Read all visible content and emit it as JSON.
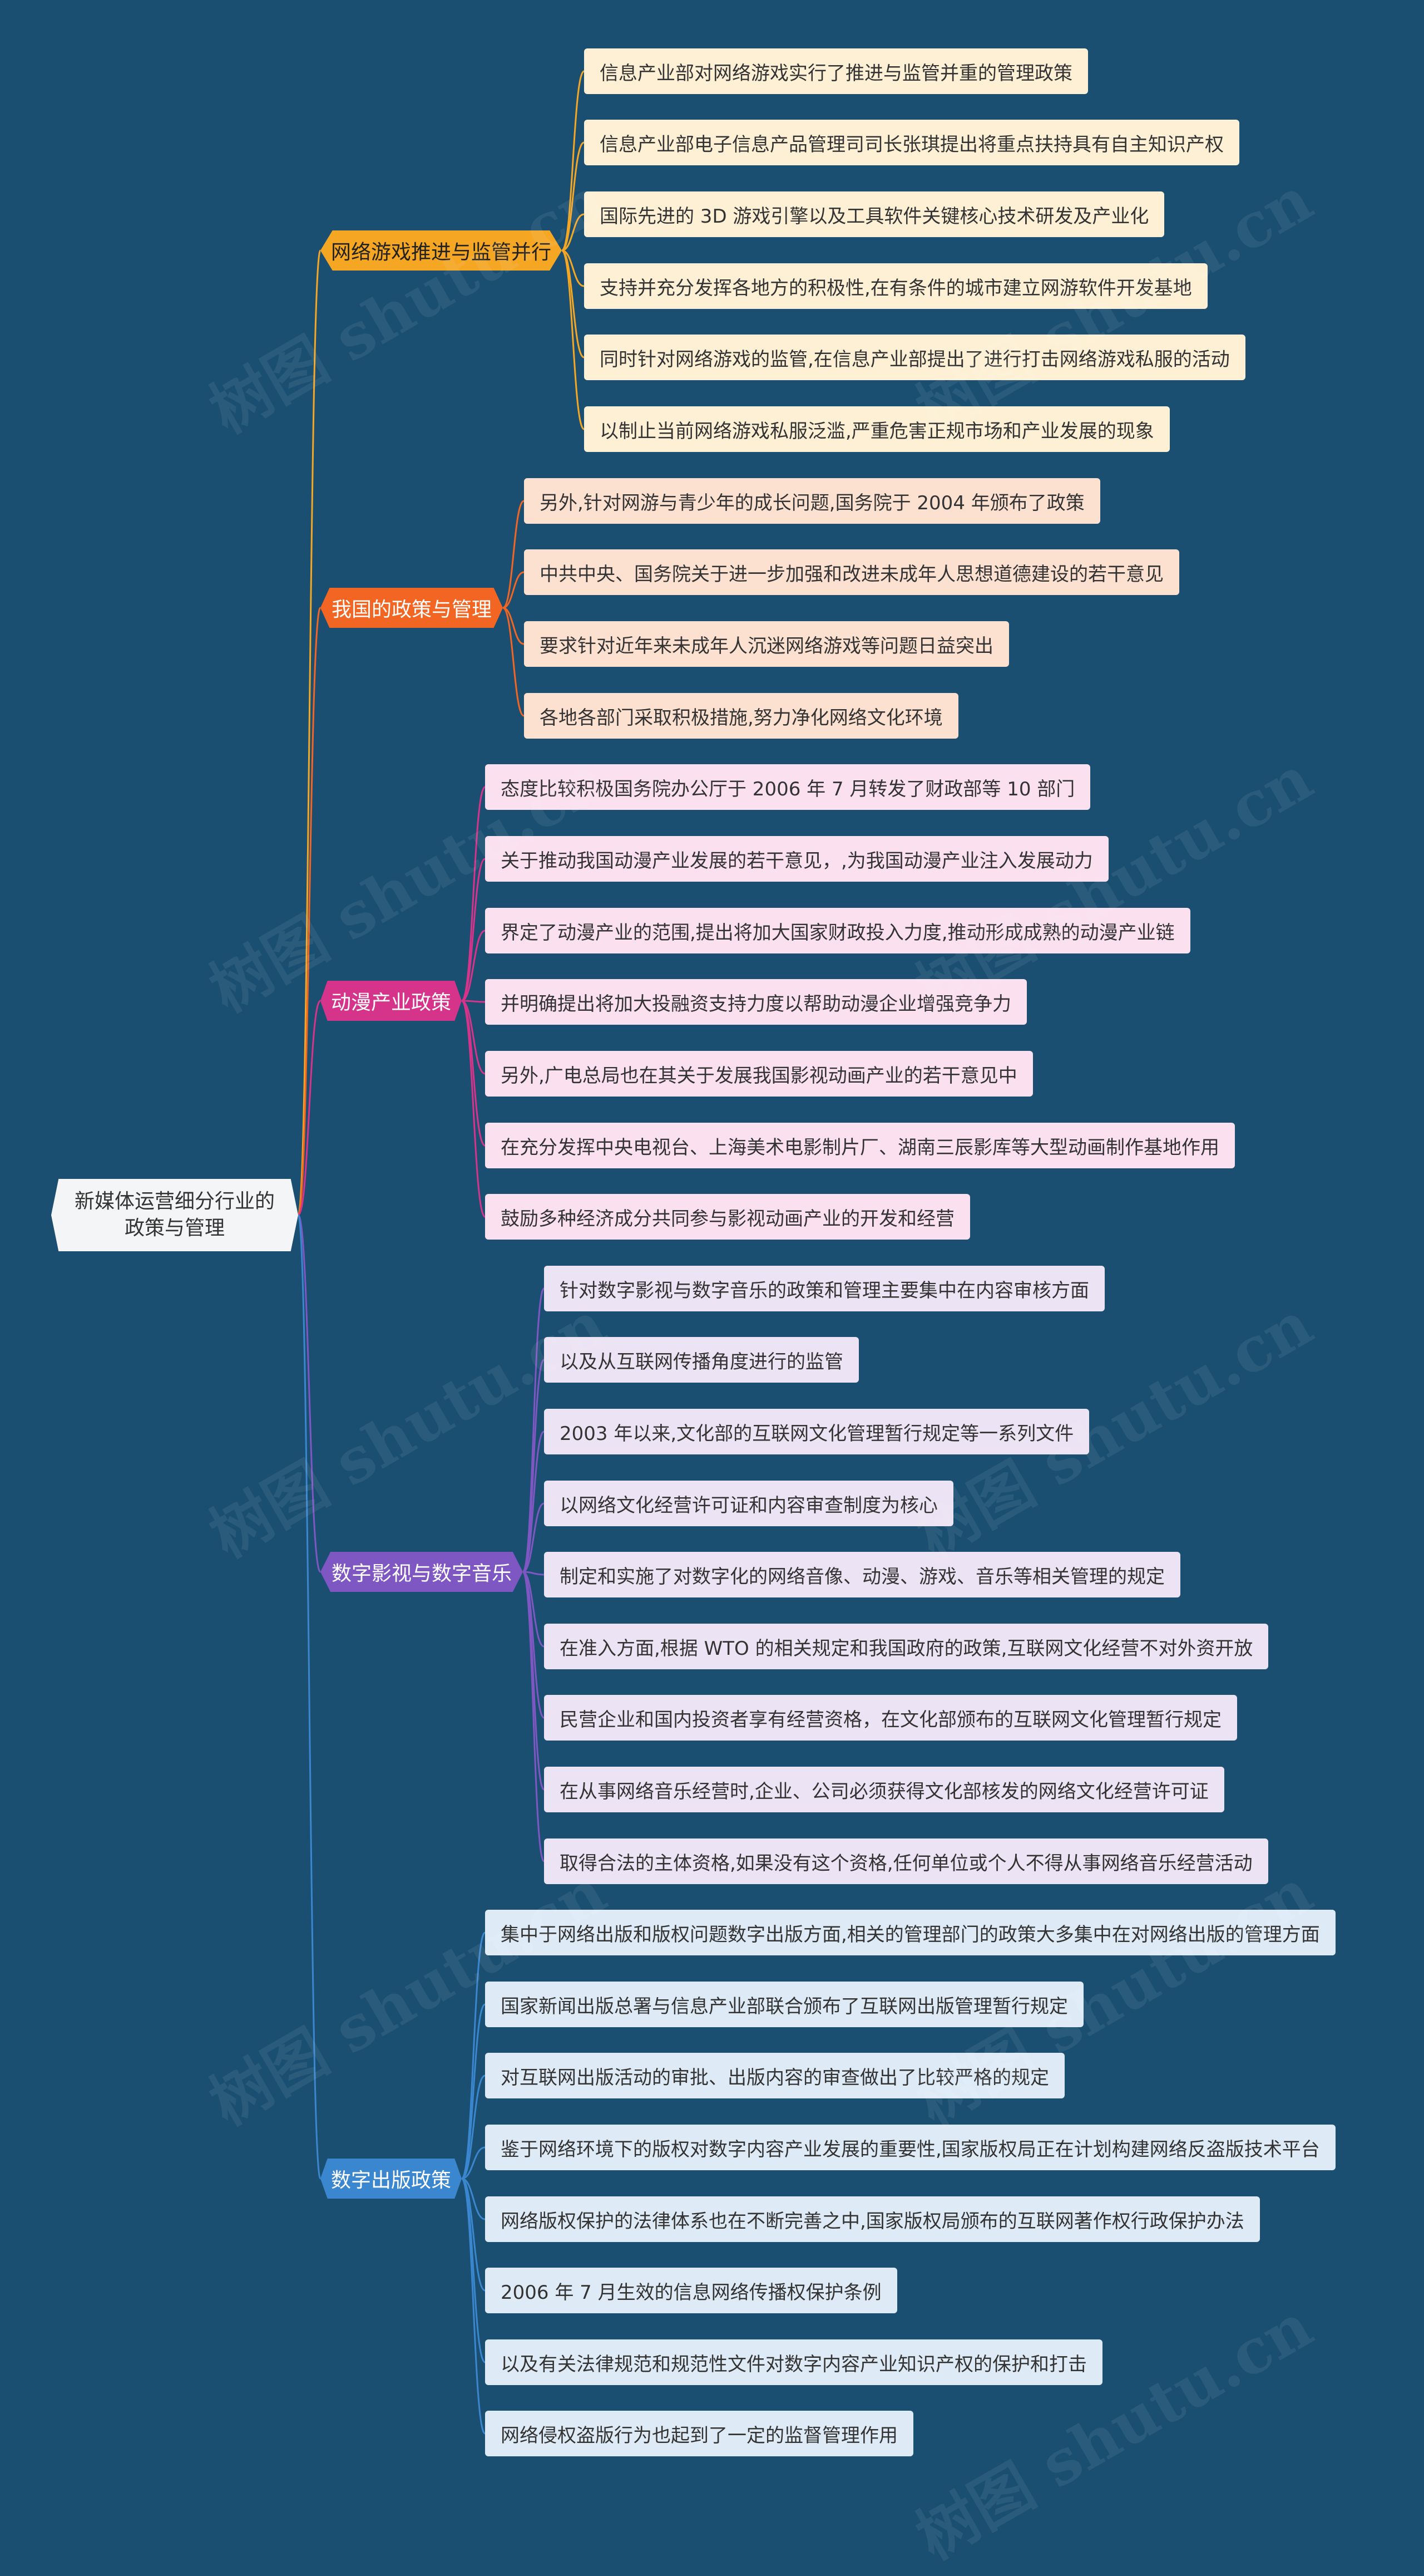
{
  "root": {
    "label": "新媒体运营细分行业的政策与管理"
  },
  "colors": {
    "background": "#1b4f72",
    "branches": [
      "#f5a623",
      "#f26522",
      "#d6338a",
      "#7e57c2",
      "#3a86cf"
    ],
    "leaves": [
      "#fdf0d5",
      "#fde1d0",
      "#fbe0ef",
      "#ece4f4",
      "#deebf7"
    ]
  },
  "watermark": "树图 shutu.cn",
  "branches": [
    {
      "label": "网络游戏推进与监管并行",
      "items": [
        "信息产业部对网络游戏实行了推进与监管并重的管理政策",
        "信息产业部电子信息产品管理司司长张琪提出将重点扶持具有自主知识产权",
        "国际先进的 3D 游戏引擎以及工具软件关键核心技术研发及产业化",
        "支持并充分发挥各地方的积极性,在有条件的城市建立网游软件开发基地",
        "同时针对网络游戏的监管,在信息产业部提出了进行打击网络游戏私服的活动",
        "以制止当前网络游戏私服泛滥,严重危害正规市场和产业发展的现象"
      ]
    },
    {
      "label": "我国的政策与管理",
      "items": [
        "另外,针对网游与青少年的成长问题,国务院于 2004 年颁布了政策",
        "中共中央、国务院关于进一步加强和改进未成年人思想道德建设的若干意见",
        "要求针对近年来未成年人沉迷网络游戏等问题日益突出",
        "各地各部门采取积极措施,努力净化网络文化环境"
      ]
    },
    {
      "label": "动漫产业政策",
      "items": [
        "态度比较积极国务院办公厅于 2006 年 7 月转发了财政部等 10 部门",
        "关于推动我国动漫产业发展的若干意见，,为我国动漫产业注入发展动力",
        "界定了动漫产业的范围,提出将加大国家财政投入力度,推动形成成熟的动漫产业链",
        "并明确提出将加大投融资支持力度以帮助动漫企业增强竞争力",
        "另外,广电总局也在其关于发展我国影视动画产业的若干意见中",
        "在充分发挥中央电视台、上海美术电影制片厂、湖南三辰影库等大型动画制作基地作用",
        "鼓励多种经济成分共同参与影视动画产业的开发和经营"
      ]
    },
    {
      "label": "数字影视与数字音乐",
      "items": [
        "针对数字影视与数字音乐的政策和管理主要集中在内容审核方面",
        "以及从互联网传播角度进行的监管",
        "2003 年以来,文化部的互联网文化管理暂行规定等一系列文件",
        "以网络文化经营许可证和内容审查制度为核心",
        "制定和实施了对数字化的网络音像、动漫、游戏、音乐等相关管理的规定",
        "在准入方面,根据 WTO 的相关规定和我国政府的政策,互联网文化经营不对外资开放",
        "民营企业和国内投资者享有经营资格，在文化部颁布的互联网文化管理暂行规定",
        "在从事网络音乐经营时,企业、公司必须获得文化部核发的网络文化经营许可证",
        "取得合法的主体资格,如果没有这个资格,任何单位或个人不得从事网络音乐经营活动"
      ]
    },
    {
      "label": "数字出版政策",
      "items": [
        "集中于网络出版和版权问题数字出版方面,相关的管理部门的政策大多集中在对网络出版的管理方面",
        "国家新闻出版总署与信息产业部联合颁布了互联网出版管理暂行规定",
        "对互联网出版活动的审批、出版内容的审查做出了比较严格的规定",
        "鉴于网络环境下的版权对数字内容产业发展的重要性,国家版权局正在计划构建网络反盗版技术平台",
        "网络版权保护的法律体系也在不断完善之中,国家版权局颁布的互联网著作权行政保护办法",
        "2006 年 7 月生效的信息网络传播权保护条例",
        "以及有关法律规范和规范性文件对数字内容产业知识产权的保护和打击",
        "网络侵权盗版行为也起到了一定的监督管理作用"
      ]
    }
  ]
}
